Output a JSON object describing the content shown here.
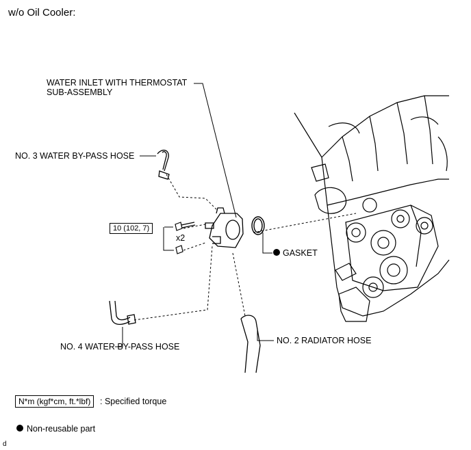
{
  "title": "w/o Oil Cooler:",
  "labels": {
    "water_inlet": [
      "WATER INLET WITH THERMOSTAT",
      "SUB-ASSEMBLY"
    ],
    "no3_hose": "NO. 3 WATER BY-PASS HOSE",
    "no4_hose": "NO. 4 WATER BY-PASS HOSE",
    "no2_radiator": "NO. 2 RADIATOR HOSE",
    "gasket": "GASKET",
    "bolt_qty": "x2"
  },
  "torque": {
    "value": "10 (102, 7)"
  },
  "legend": {
    "torque_box": "N*m (kgf*cm, ft.*lbf)",
    "torque_text": ": Specified torque",
    "nonreusable_text": "Non-reusable part"
  },
  "corner_code": "d"
}
